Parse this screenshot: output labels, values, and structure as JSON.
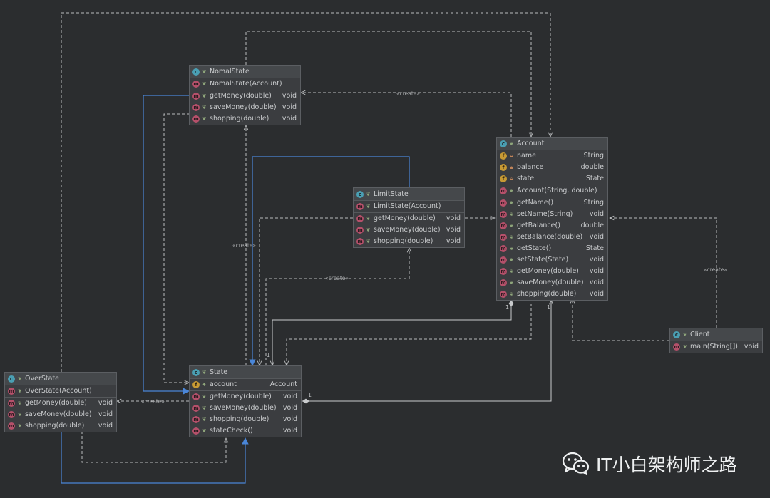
{
  "classes": {
    "nomal": {
      "name": "NomalState",
      "members": [
        {
          "kind": "m",
          "name": "NomalState(Account)",
          "type": ""
        }
      ],
      "methods": [
        {
          "kind": "m",
          "name": "getMoney(double)",
          "type": "void"
        },
        {
          "kind": "m",
          "name": "saveMoney(double)",
          "type": "void"
        },
        {
          "kind": "m",
          "name": "shopping(double)",
          "type": "void"
        }
      ]
    },
    "limit": {
      "name": "LimitState",
      "members": [
        {
          "kind": "m",
          "name": "LimitState(Account)",
          "type": ""
        }
      ],
      "methods": [
        {
          "kind": "m",
          "name": "getMoney(double)",
          "type": "void"
        },
        {
          "kind": "m",
          "name": "saveMoney(double)",
          "type": "void"
        },
        {
          "kind": "m",
          "name": "shopping(double)",
          "type": "void"
        }
      ]
    },
    "account": {
      "name": "Account",
      "fields": [
        {
          "kind": "f",
          "name": "name",
          "type": "String"
        },
        {
          "kind": "f",
          "name": "balance",
          "type": "double"
        },
        {
          "kind": "f",
          "name": "state",
          "type": "State"
        }
      ],
      "members": [
        {
          "kind": "m",
          "name": "Account(String, double)",
          "type": ""
        }
      ],
      "methods": [
        {
          "kind": "m",
          "name": "getName()",
          "type": "String"
        },
        {
          "kind": "m",
          "name": "setName(String)",
          "type": "void"
        },
        {
          "kind": "m",
          "name": "getBalance()",
          "type": "double"
        },
        {
          "kind": "m",
          "name": "setBalance(double)",
          "type": "void"
        },
        {
          "kind": "m",
          "name": "getState()",
          "type": "State"
        },
        {
          "kind": "m",
          "name": "setState(State)",
          "type": "void"
        },
        {
          "kind": "m",
          "name": "getMoney(double)",
          "type": "void"
        },
        {
          "kind": "m",
          "name": "saveMoney(double)",
          "type": "void"
        },
        {
          "kind": "m",
          "name": "shopping(double)",
          "type": "void"
        }
      ]
    },
    "client": {
      "name": "Client",
      "methods": [
        {
          "kind": "m",
          "name": "main(String[])",
          "type": "void"
        }
      ]
    },
    "over": {
      "name": "OverState",
      "members": [
        {
          "kind": "m",
          "name": "OverState(Account)",
          "type": ""
        }
      ],
      "methods": [
        {
          "kind": "m",
          "name": "getMoney(double)",
          "type": "void"
        },
        {
          "kind": "m",
          "name": "saveMoney(double)",
          "type": "void"
        },
        {
          "kind": "m",
          "name": "shopping(double)",
          "type": "void"
        }
      ]
    },
    "state": {
      "name": "State",
      "fields": [
        {
          "kind": "f",
          "name": "account",
          "type": "Account"
        }
      ],
      "methods": [
        {
          "kind": "m",
          "name": "getMoney(double)",
          "type": "void"
        },
        {
          "kind": "m",
          "name": "saveMoney(double)",
          "type": "void"
        },
        {
          "kind": "m",
          "name": "shopping(double)",
          "type": "void"
        },
        {
          "kind": "m",
          "name": "stateCheck()",
          "type": "void"
        }
      ]
    }
  },
  "labels": {
    "create": "«create»",
    "one": "1"
  },
  "watermark": "IT小白架构师之路",
  "colors": {
    "background": "#2b2d2f",
    "dashed": "#b9bbbd",
    "inherit": "#4a86d8"
  }
}
